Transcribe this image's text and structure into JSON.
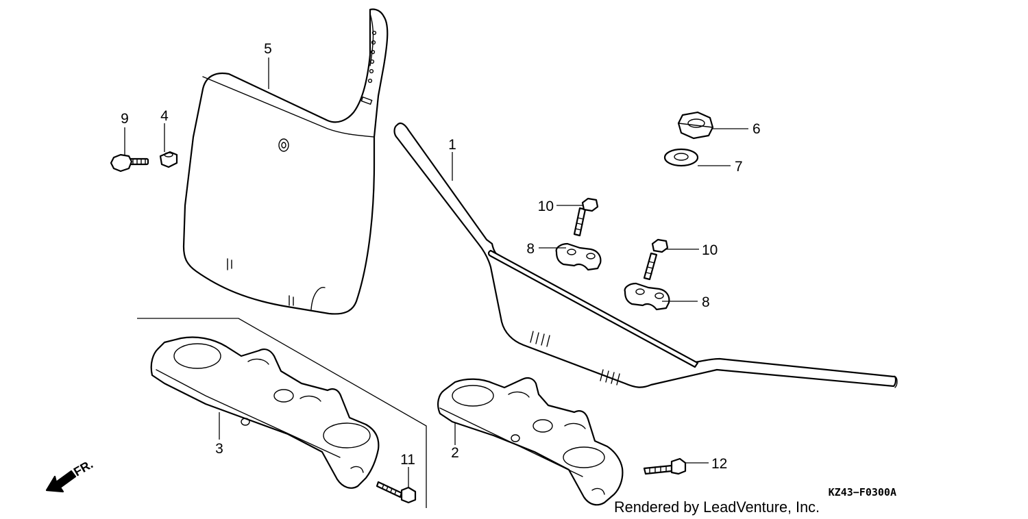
{
  "diagram": {
    "parts": [
      {
        "callout": "1",
        "part": "handlebar"
      },
      {
        "callout": "2",
        "part": "lower-triple-clamp"
      },
      {
        "callout": "3",
        "part": "upper-triple-clamp"
      },
      {
        "callout": "4",
        "part": "collar"
      },
      {
        "callout": "5",
        "part": "number-plate"
      },
      {
        "callout": "6",
        "part": "nut"
      },
      {
        "callout": "7",
        "part": "washer"
      },
      {
        "callout": "8",
        "part": "handlebar-holder"
      },
      {
        "callout": "9",
        "part": "flange-bolt"
      },
      {
        "callout": "10",
        "part": "holder-bolt"
      },
      {
        "callout": "11",
        "part": "pinch-bolt"
      },
      {
        "callout": "12",
        "part": "pinch-bolt"
      }
    ],
    "callouts": {
      "c1": "1",
      "c2": "2",
      "c3": "3",
      "c4": "4",
      "c5": "5",
      "c6": "6",
      "c7": "7",
      "c8a": "8",
      "c8b": "8",
      "c9": "9",
      "c10a": "10",
      "c10b": "10",
      "c11": "11",
      "c12": "12"
    },
    "front_arrow_label": "FR.",
    "diagram_code": "KZ43−F0300A",
    "credit": "Rendered by LeadVenture, Inc."
  },
  "colors": {
    "line": "#000000",
    "background": "#ffffff"
  }
}
